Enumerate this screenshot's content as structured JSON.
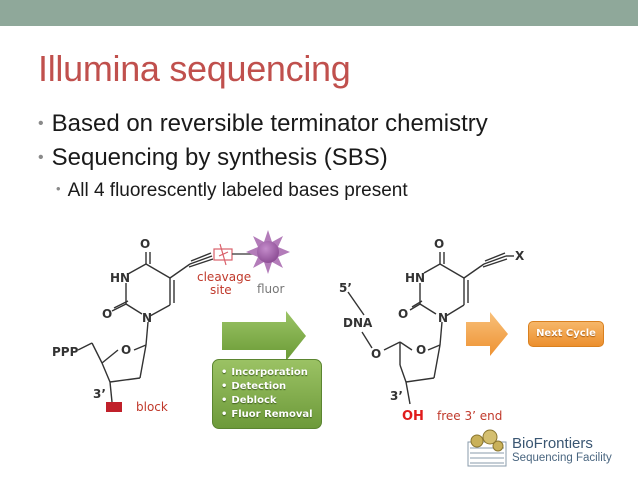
{
  "slide": {
    "title": "Illumina sequencing",
    "bullets": [
      "Based on reversible terminator chemistry",
      "Sequencing by synthesis (SBS)"
    ],
    "sub_bullets": [
      "All 4 fluorescently labeled bases present"
    ]
  },
  "diagram": {
    "left": {
      "o_top": "O",
      "hn": "HN",
      "o_left": "O",
      "n": "N",
      "ppp": "PPP",
      "o_ring": "O",
      "three_prime": "3’",
      "block": "block",
      "cleavage_line1": "cleavage",
      "cleavage_line2": "site",
      "fluor": "fluor"
    },
    "steps": [
      "Incorporation",
      "Detection",
      "Deblock",
      "Fluor Removal"
    ],
    "right": {
      "o_top": "O",
      "x": "X",
      "five_prime": "5’",
      "hn": "HN",
      "dna": "DNA",
      "o_left": "O",
      "n": "N",
      "o_link": "O",
      "o_ring": "O",
      "three_prime": "3’",
      "oh": "OH",
      "free_end": "free 3’ end"
    },
    "next_cycle": "Next Cycle"
  },
  "logo": {
    "line1": "BioFrontiers",
    "line2": "Sequencing Facility"
  },
  "colors": {
    "title": "#c0504d",
    "header_bar": "#8fa89a",
    "green_arrow": "#7fae44",
    "orange_arrow": "#f3a446",
    "fluor": "#a05fa6",
    "block": "#c0202a"
  }
}
